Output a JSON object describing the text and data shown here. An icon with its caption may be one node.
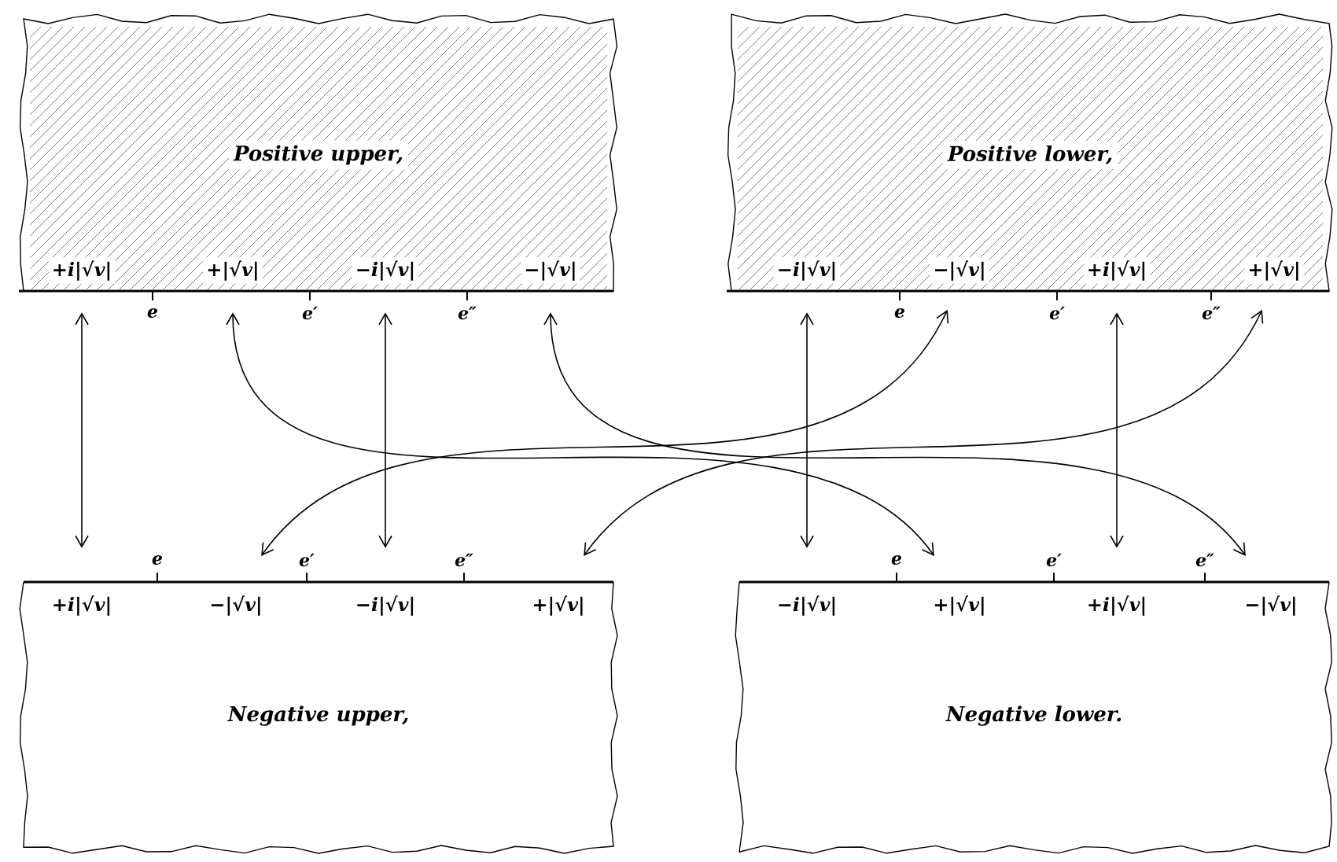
{
  "diagram": {
    "nodes": [
      {
        "text": [
          "Positive upper,"
        ]
      },
      {
        "text": [
          "+i|√v|"
        ],
        "in": 0
      },
      {
        "text": [
          "+|√v|"
        ],
        "in": 0
      },
      {
        "text": [
          "−i|√v|"
        ],
        "in": 0
      },
      {
        "text": [
          "−|√v|"
        ],
        "in": 0
      },
      {
        "text": [
          "Positive lower,"
        ]
      },
      {
        "text": [
          "−i|√v|"
        ],
        "in": 5
      },
      {
        "text": [
          "−|√v|"
        ],
        "in": 5
      },
      {
        "text": [
          "+i|√v|"
        ],
        "in": 5
      },
      {
        "text": [
          "+|√v|"
        ],
        "in": 5
      },
      {
        "text": [
          "Negative upper,"
        ]
      },
      {
        "text": [
          "+i|√v|"
        ],
        "in": 10
      },
      {
        "text": [
          "−|√v|"
        ],
        "in": 10
      },
      {
        "text": [
          "−i|√v|"
        ],
        "in": 10
      },
      {
        "text": [
          "+|√v|"
        ],
        "in": 10
      },
      {
        "text": [
          "Negative lower."
        ]
      },
      {
        "text": [
          "−i|√v|"
        ],
        "in": 15
      },
      {
        "text": [
          "+|√v|"
        ],
        "in": 15
      },
      {
        "text": [
          "+i|√v|"
        ],
        "in": 15
      },
      {
        "text": [
          "−|√v|"
        ],
        "in": 15
      }
    ],
    "edges": [
      {
        "from": 1,
        "to": 11,
        "arrow": "both"
      },
      {
        "from": 2,
        "to": 17,
        "arrow": "both"
      },
      {
        "from": 3,
        "to": 13,
        "arrow": "both"
      },
      {
        "from": 4,
        "to": 19,
        "arrow": "both"
      },
      {
        "from": 6,
        "to": 16,
        "arrow": "both"
      },
      {
        "from": 7,
        "to": 12,
        "arrow": "both"
      },
      {
        "from": 8,
        "to": 18,
        "arrow": "both"
      },
      {
        "from": 9,
        "to": 14,
        "arrow": "both"
      }
    ],
    "labels": [
      "e",
      "e′",
      "e″",
      "e",
      "e′",
      "e″",
      "e",
      "e′",
      "e″",
      "e",
      "e′",
      "e″"
    ]
  }
}
